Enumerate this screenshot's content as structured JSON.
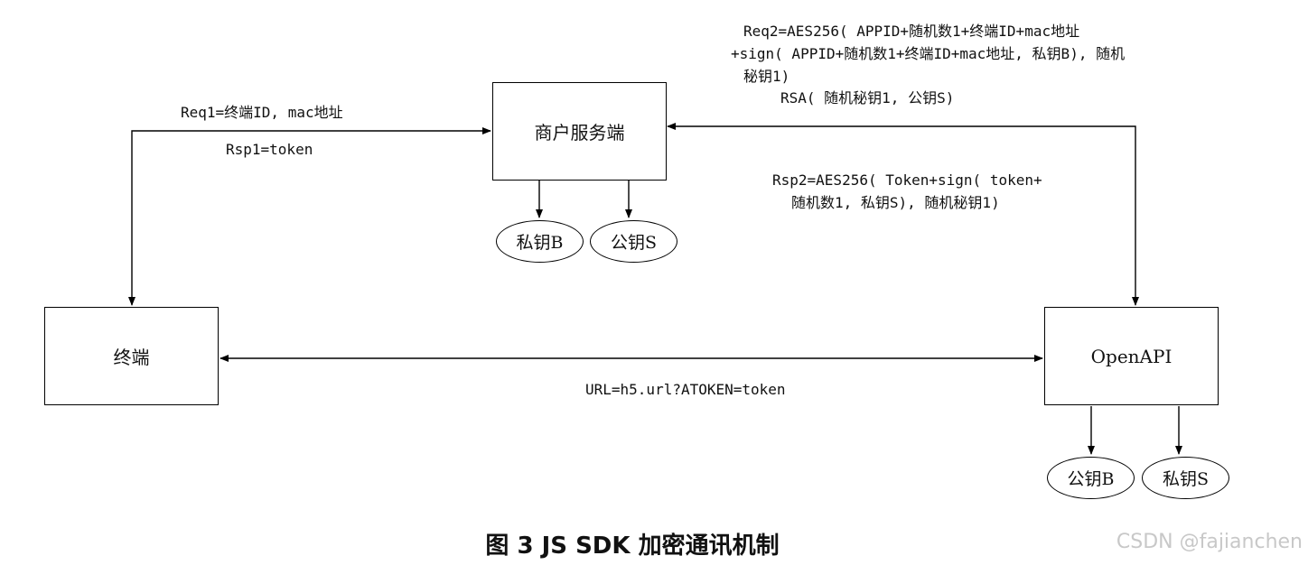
{
  "nodes": {
    "merchant_server": "商户服务端",
    "terminal": "终端",
    "openapi": "OpenAPI"
  },
  "keys": {
    "merchant_private": "私钥B",
    "merchant_public": "公钥S",
    "openapi_public": "公钥B",
    "openapi_private": "私钥S"
  },
  "labels": {
    "req1": "Req1=终端ID, mac地址",
    "rsp1": "Rsp1=token",
    "req2_line1": "Req2=AES256( APPID+随机数1+终端ID+mac地址",
    "req2_line2": "+sign( APPID+随机数1+终端ID+mac地址, 私钥B), 随机",
    "req2_line3": "秘钥1)",
    "req2_line4": "RSA( 随机秘钥1, 公钥S)",
    "rsp2_line1": "Rsp2=AES256( Token+sign( token+",
    "rsp2_line2": "随机数1, 私钥S), 随机秘钥1)",
    "url": "URL=h5.url?ATOKEN=token"
  },
  "caption": "图 3 JS SDK 加密通讯机制",
  "watermark": "CSDN @fajianchen"
}
